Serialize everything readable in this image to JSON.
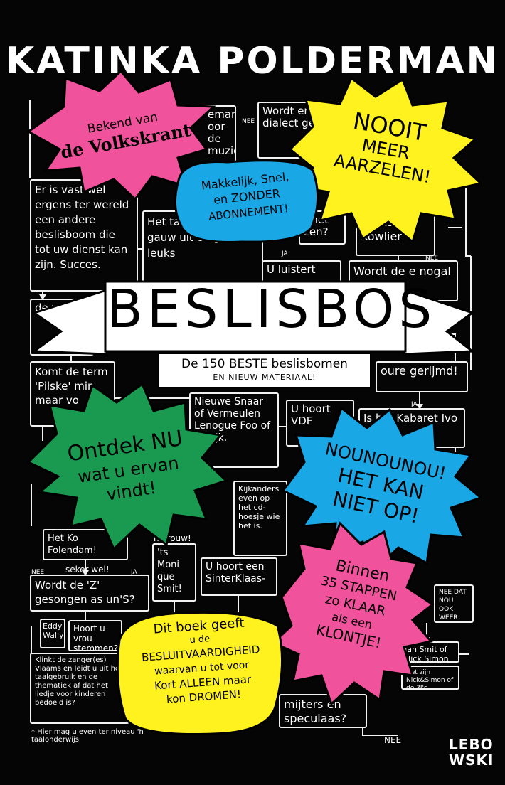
{
  "book": {
    "author": "KATINKA POLDERMAN",
    "title": "BESLISBOS",
    "subtitle_line1": "De 150 BESTE beslisbomen",
    "subtitle_line2": "EN NIEUW MATERIAAL!",
    "publisher_logo_line1": "LEBO",
    "publisher_logo_line2": "WSKI"
  },
  "stickers": {
    "volkskrant_top": "Bekend van",
    "volkskrant_bottom": "de Volkskrant",
    "nooit_1": "NOOIT",
    "nooit_2": "MEER",
    "nooit_3": "AARZELEN!",
    "makkelijk_1": "Makkelijk, Snel,",
    "makkelijk_2": "en ZONDER",
    "makkelijk_3": "ABONNEMENT!",
    "ontdek_1": "Ontdek NU",
    "ontdek_2": "wat u ervan",
    "ontdek_3": "vindt!",
    "nounou_1": "NOUNOUNOU!",
    "nounou_2": "HET KAN",
    "nounou_3": "NIET OP!",
    "binnen_1": "Binnen",
    "binnen_2": "35 STAPPEN",
    "binnen_3": "zo KLAAR",
    "binnen_4": "als een",
    "binnen_5": "KLONTJE!",
    "boek_1": "Dit boek geeft",
    "boek_2": "u de",
    "boek_3": "BESLUITVAARDIGHEID",
    "boek_4": "waarvan u tot voor",
    "boek_5": "Kort ALLEEN maar",
    "boek_6": "kon DROMEN!"
  },
  "tree_boxes": {
    "b1": "Er is vast wel ergens ter wereld een andere beslisboom die tot uw dienst kan zijn. Succes.",
    "b2": "Wordt er dialect gez",
    "b3": "Het is Flip Kowlier",
    "b4": "Wordt de e nogal geslikt?",
    "b5": "U luistert",
    "b6": "Het taligo maar gauw uit en ga wat leuks",
    "b7": "Komt de term 'Pilske' min maar vo",
    "b8": "Nieuwe Snaar of Vermeulen Lenogue Foo of erwijk.",
    "b9": "U hoort VDF",
    "b10": "Is het Kabaret Ivo of Den",
    "b11": "oure gerijmd!",
    "b12": "Kijkanders even op het cd-hoesje wie het is.",
    "b13": "Het Ko Folendam!",
    "b14": "'ts Moni que Smit!",
    "b15": "U hoort een SinterKlaas-",
    "b16": "Wordt de 'Z' gesongen as un'S?",
    "b17": "Eddy Wally!",
    "b18": "Hoort u vrou stemmen?",
    "b19": "Klinkt de zanger(es) Vlaams en leidt u uit het taalgebruik en de thematiek af dat het liedje voor kinderen bedoeld is?",
    "b20": "* Hier mag u even ter niveau 'h taalonderwijs",
    "b21": "mijters en speculaas?",
    "b22": "Jan Smit of Nick Simon",
    "b23": "Het zijn Nick&Simon of de 3J's",
    "b24": "NEE DAT NOU OOK WEER NIET",
    "b25": "emand oor de muziek",
    "b26": "rinet zen?",
    "b27": "de verho"
  },
  "labels": {
    "nee": "NEE",
    "ja": "JA",
    "seker": "seker wel!",
    "vrouw": "n vrouw!"
  },
  "colors": {
    "background": "#050505",
    "pink": "#f0529c",
    "yellow": "#fff21f",
    "blue": "#1aa7e6",
    "green": "#1a9a50",
    "ink": "#000000",
    "chalk": "#f2f2f2"
  }
}
